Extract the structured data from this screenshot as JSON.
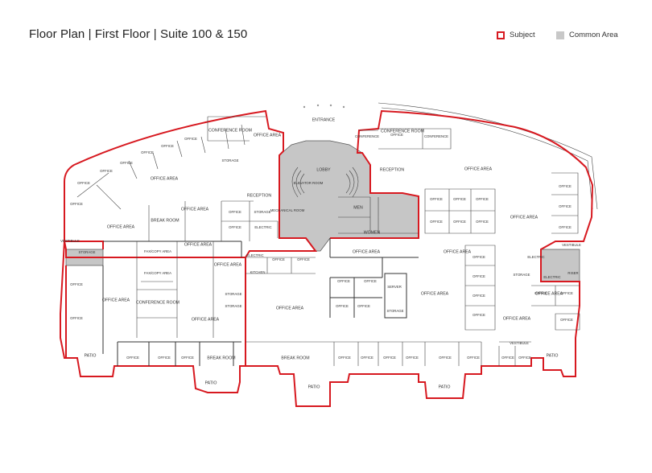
{
  "header": {
    "title": "Floor Plan  |  First Floor | Suite 100 & 150"
  },
  "legend": {
    "subject_label": "Subject",
    "common_label": "Common Area",
    "subject_color": "#d71920",
    "common_color": "#c8c8c8"
  },
  "rooms": {
    "entrance": "ENTRANCE",
    "lobby": "LOBBY",
    "reception_left": "RECEPTION",
    "reception_right": "RECEPTION",
    "conference_top_left": "CONFERENCE ROOM",
    "conference_top_right": "CONFERENCE ROOM",
    "conference_small_left": "CONFERENCE",
    "conference_small_right": "CONFERENCE",
    "conference_lower_left": "CONFERENCE ROOM",
    "office_area_1": "OFFICE AREA",
    "office_area_2": "OFFICE AREA",
    "office_area_3": "OFFICE AREA",
    "office_area_4": "OFFICE AREA",
    "office_area_5": "OFFICE AREA",
    "office_area_6": "OFFICE AREA",
    "office_area_7": "OFFICE AREA",
    "office_area_8": "OFFICE AREA",
    "office_area_9": "OFFICE AREA",
    "office_area_10": "OFFICE AREA",
    "office_area_11": "OFFICE AREA",
    "office_area_12": "OFFICE AREA",
    "office_area_13": "OFFICE AREA",
    "office_area_14": "OFFICE AREA",
    "office_area_15": "OFFICE AREA",
    "office_area_16": "OFFICE AREA",
    "break_room_1": "BREAK ROOM",
    "break_room_2": "BREAK ROOM",
    "break_room_3": "BREAK ROOM",
    "fax_copy_1": "FAX/COPY AREA",
    "fax_copy_2": "FAX/COPY AREA",
    "mechanical": "MECHANICAL ROOM",
    "elevator": "ELEVATOR ROOM",
    "men": "MEN",
    "women": "WOMEN",
    "electric_1": "ELECTRIC",
    "electric_2": "ELECTRIC",
    "electric_3": "ELECTRIC",
    "electric_4": "ELECTRIC",
    "kitchen": "KITCHEN",
    "server": "SERVER",
    "riser": "RISER",
    "storage_1": "STORAGE",
    "storage_2": "STORAGE",
    "storage_3": "STORAGE",
    "storage_4": "STORAGE",
    "storage_5": "STORAGE",
    "storage_6": "STORAGE",
    "storage_7": "STORAGE",
    "vestibule_1": "VESTIBULE",
    "vestibule_2": "VESTIBULE",
    "vestibule_3": "VESTIBULE",
    "patio_1": "PATIO",
    "patio_2": "PATIO",
    "patio_3": "PATIO",
    "patio_4": "PATIO",
    "patio_5": "PATIO",
    "office": "OFFICE"
  }
}
